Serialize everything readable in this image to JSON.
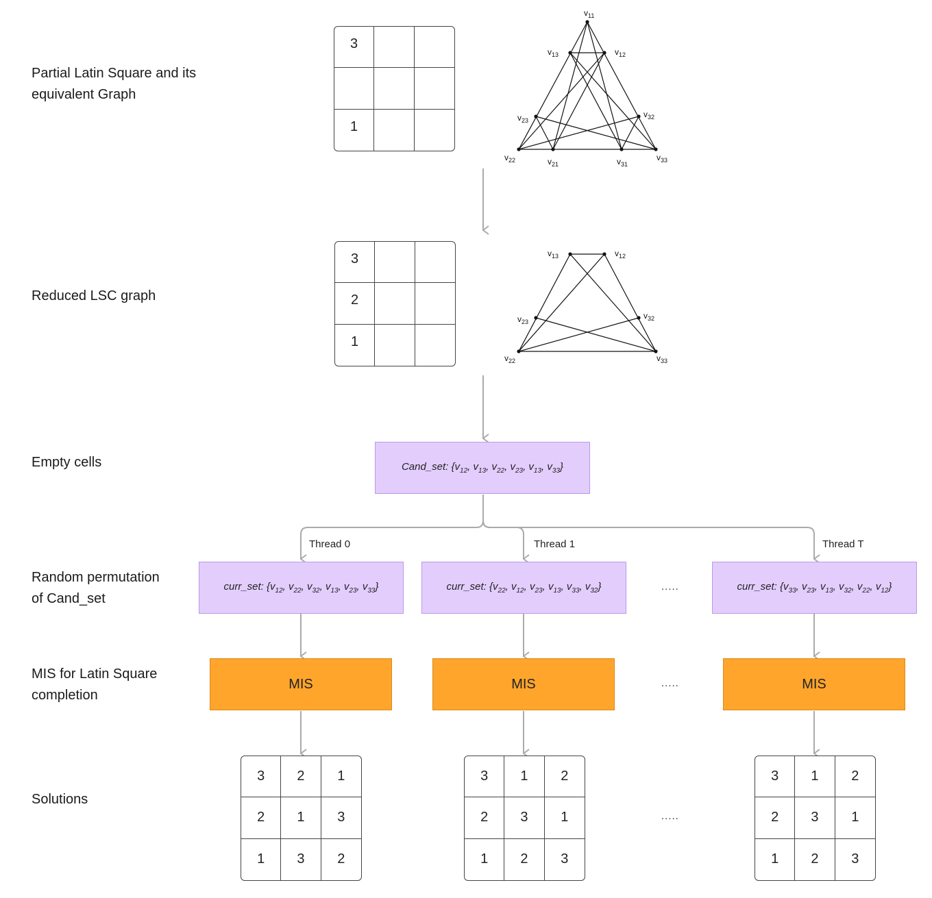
{
  "stages": {
    "s1": "Partial Latin Square and its\nequivalent Graph",
    "s2": "Reduced LSC graph",
    "s3": "Empty cells",
    "s4": "Random permutation\nof Cand_set",
    "s5": "MIS for Latin Square\ncompletion",
    "s6": "Solutions"
  },
  "partial_grid": [
    "3",
    "",
    "",
    "",
    "",
    "",
    "1",
    "",
    ""
  ],
  "reduced_grid": [
    "3",
    "",
    "",
    "2",
    "",
    "",
    "1",
    "",
    ""
  ],
  "cand_set": {
    "label": "Cand_set:",
    "items": [
      "12",
      "13",
      "22",
      "23",
      "13",
      "33"
    ]
  },
  "threads": [
    {
      "label": "Thread 0",
      "set_label": "curr_set:",
      "items": [
        "12",
        "22",
        "32",
        "13",
        "23",
        "33"
      ],
      "mis": "MIS",
      "solution": [
        "3",
        "2",
        "1",
        "2",
        "1",
        "3",
        "1",
        "3",
        "2"
      ]
    },
    {
      "label": "Thread 1",
      "set_label": "curr_set:",
      "items": [
        "22",
        "12",
        "23",
        "13",
        "33",
        "32"
      ],
      "mis": "MIS",
      "solution": [
        "3",
        "1",
        "2",
        "2",
        "3",
        "1",
        "1",
        "2",
        "3"
      ]
    },
    {
      "label": "Thread T",
      "set_label": "curr_set:",
      "items": [
        "33",
        "23",
        "13",
        "32",
        "22",
        "12"
      ],
      "mis": "MIS",
      "solution": [
        "3",
        "1",
        "2",
        "2",
        "3",
        "1",
        "1",
        "2",
        "3"
      ]
    }
  ],
  "ellipsis": ".....",
  "graph1": {
    "nodes": [
      "11",
      "12",
      "13",
      "23",
      "32",
      "22",
      "21",
      "31",
      "33"
    ]
  },
  "graph2": {
    "nodes": [
      "12",
      "13",
      "23",
      "32",
      "22",
      "33"
    ]
  },
  "colors": {
    "purple": "#e3cdfd",
    "orange": "#ffa52c",
    "arrow": "#aaaaaa"
  }
}
